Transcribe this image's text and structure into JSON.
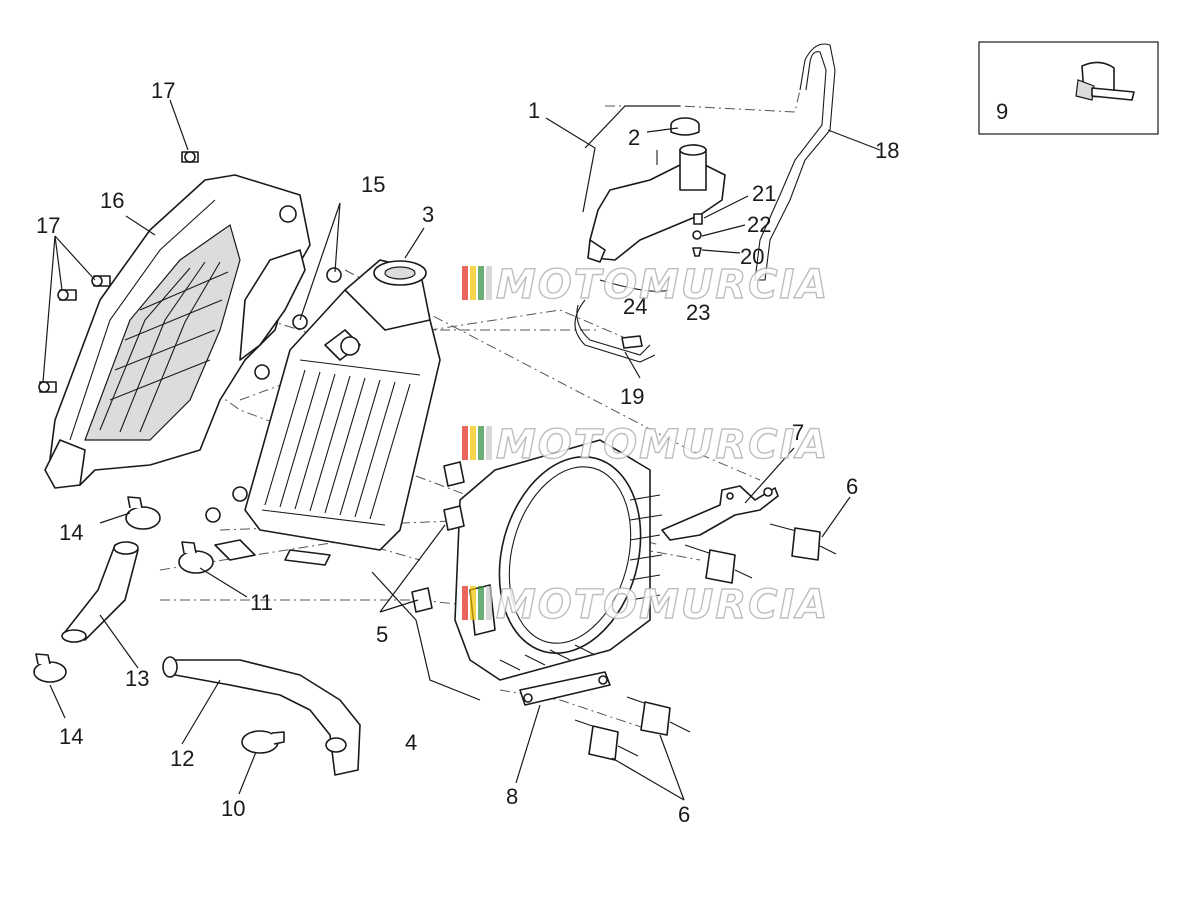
{
  "watermark": {
    "text": "MOTOMURCIA",
    "flag_colors": [
      "#e2231a",
      "#f4c300",
      "#2e8b3a",
      "#c8c8c8"
    ]
  },
  "callouts": {
    "c1": "1",
    "c2": "2",
    "c3": "3",
    "c4": "4",
    "c5": "5",
    "c6a": "6",
    "c6b": "6",
    "c7": "7",
    "c8": "8",
    "c9": "9",
    "c10": "10",
    "c11": "11",
    "c12": "12",
    "c13": "13",
    "c14a": "14",
    "c14b": "14",
    "c15": "15",
    "c16": "16",
    "c17a": "17",
    "c17b": "17",
    "c18": "18",
    "c19": "19",
    "c20": "20",
    "c21": "21",
    "c22": "22",
    "c23": "23",
    "c24": "24"
  }
}
